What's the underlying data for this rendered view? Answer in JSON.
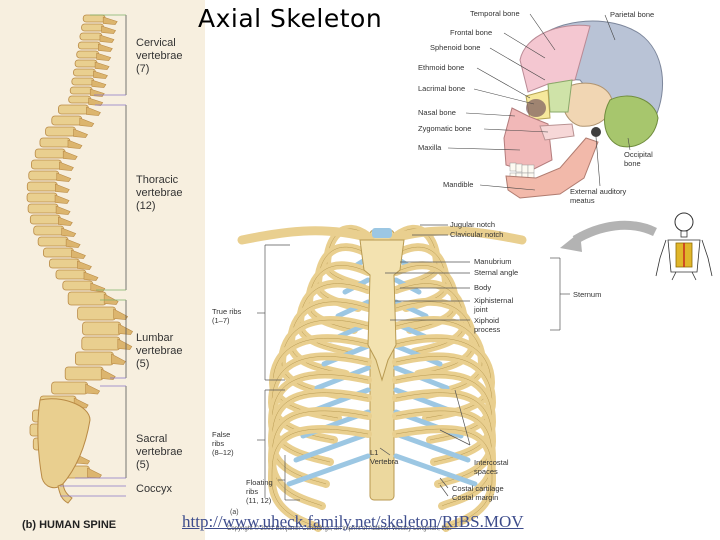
{
  "title": "Axial Skeleton",
  "spine": {
    "labels": {
      "cervical": [
        "Cervical",
        "vertebrae",
        "(7)"
      ],
      "thoracic": [
        "Thoracic",
        "vertebrae",
        "(12)"
      ],
      "lumbar": [
        "Lumbar",
        "vertebrae",
        "(5)"
      ],
      "sacral": [
        "Sacral",
        "vertebrae",
        "(5)"
      ],
      "coccyx": "Coccyx"
    },
    "caption": "(b) HUMAN SPINE"
  },
  "skull": {
    "labels": {
      "temporal": "Temporal bone",
      "parietal": "Parietal bone",
      "frontal": "Frontal bone",
      "sphenoid": "Sphenoid bone",
      "ethmoid": "Ethmoid bone",
      "lacrimal": "Lacrimal bone",
      "nasal": "Nasal bone",
      "zygomatic": "Zygomatic bone",
      "maxilla": "Maxilla",
      "mandible": "Mandible",
      "occipital": [
        "Occipital",
        "bone"
      ],
      "auditory": [
        "External auditory",
        "meatus"
      ]
    }
  },
  "thorax": {
    "labels": {
      "jugular": "Jugular notch",
      "clavicular": "Clavicular notch",
      "manubrium": "Manubrium",
      "sternal_angle": "Sternal angle",
      "body": "Body",
      "xiphisternal": [
        "Xiphisternal",
        "joint"
      ],
      "xiphoid": [
        "Xiphoid",
        "process"
      ],
      "sternum": "Sternum",
      "true_ribs": [
        "True ribs",
        "(1–7)"
      ],
      "false_ribs": [
        "False",
        "ribs",
        "(8–12)"
      ],
      "floating_ribs": [
        "Floating",
        "ribs",
        "(11, 12)"
      ],
      "vertebra": [
        "L1",
        "Vertebra"
      ],
      "intercostal": [
        "Intercostal",
        "spaces"
      ],
      "costal_cartilage": "Costal cartilage",
      "costal_margin": "Costal margin"
    },
    "fig_letter": "(a)",
    "copyright": "Copyright © 2001 Benjamin Cummings, an imprint of Addison Wesley Longman, Inc."
  },
  "link": "http://www.uheck.family.net/skeleton/RIBS.MOV",
  "colors": {
    "bone": "#e9cf8f",
    "bone_dark": "#b98a45",
    "cartilage": "#9cc7e3",
    "spine_bg": "#f7efdf",
    "parietal": "#b9c3d6",
    "frontal": "#f4c7d1",
    "temporal": "#f1d6b3",
    "occipital": "#a7c66d",
    "sphenoid": "#cfe3a8",
    "ethmoid": "#f6e89c",
    "maxilla": "#f1b8b8",
    "mandible": "#f2b9aa",
    "link": "#3d4c8c"
  }
}
